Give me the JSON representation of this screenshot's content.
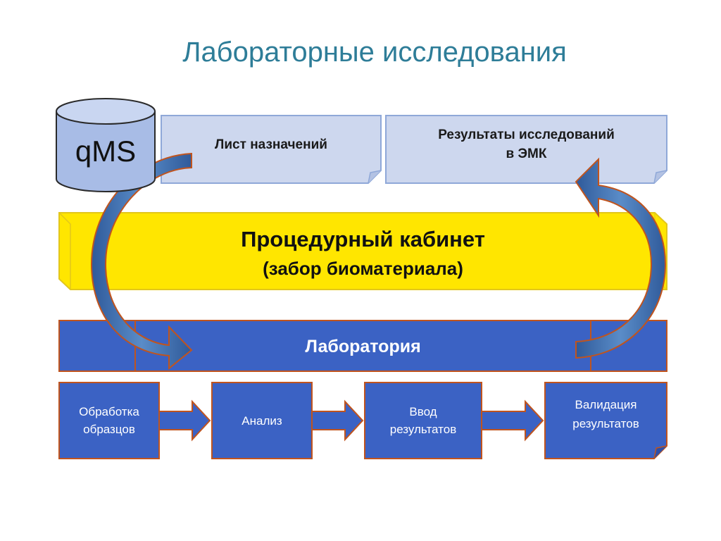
{
  "title": "Лабораторные исследования",
  "database": {
    "label": "qMS",
    "icon": "database-cylinder-icon"
  },
  "documents": [
    {
      "label": "Лист назначений"
    },
    {
      "label_line1": "Результаты исследований",
      "label_line2": "в ЭМК"
    }
  ],
  "procedure": {
    "title": "Процедурный кабинет",
    "subtitle": "(забор биоматериала)"
  },
  "laboratory": {
    "label": "Лаборатория"
  },
  "steps": [
    {
      "line1": "Обработка",
      "line2": "образцов"
    },
    {
      "line1": "Анализ",
      "line2": ""
    },
    {
      "line1": "Ввод",
      "line2": "результатов"
    },
    {
      "line1": "Валидация",
      "line2": "результатов"
    }
  ],
  "colors": {
    "title": "#2e7d98",
    "doc_fill": "#cdd7ee",
    "doc_border": "#8fa8d8",
    "procedure_fill": "#ffe600",
    "procedure_border": "#e0c020",
    "lab_fill": "#3b62c4",
    "lab_border": "#c0541e",
    "arrow_fill": "#4a7ab8",
    "arrow_border": "#c0541e"
  }
}
